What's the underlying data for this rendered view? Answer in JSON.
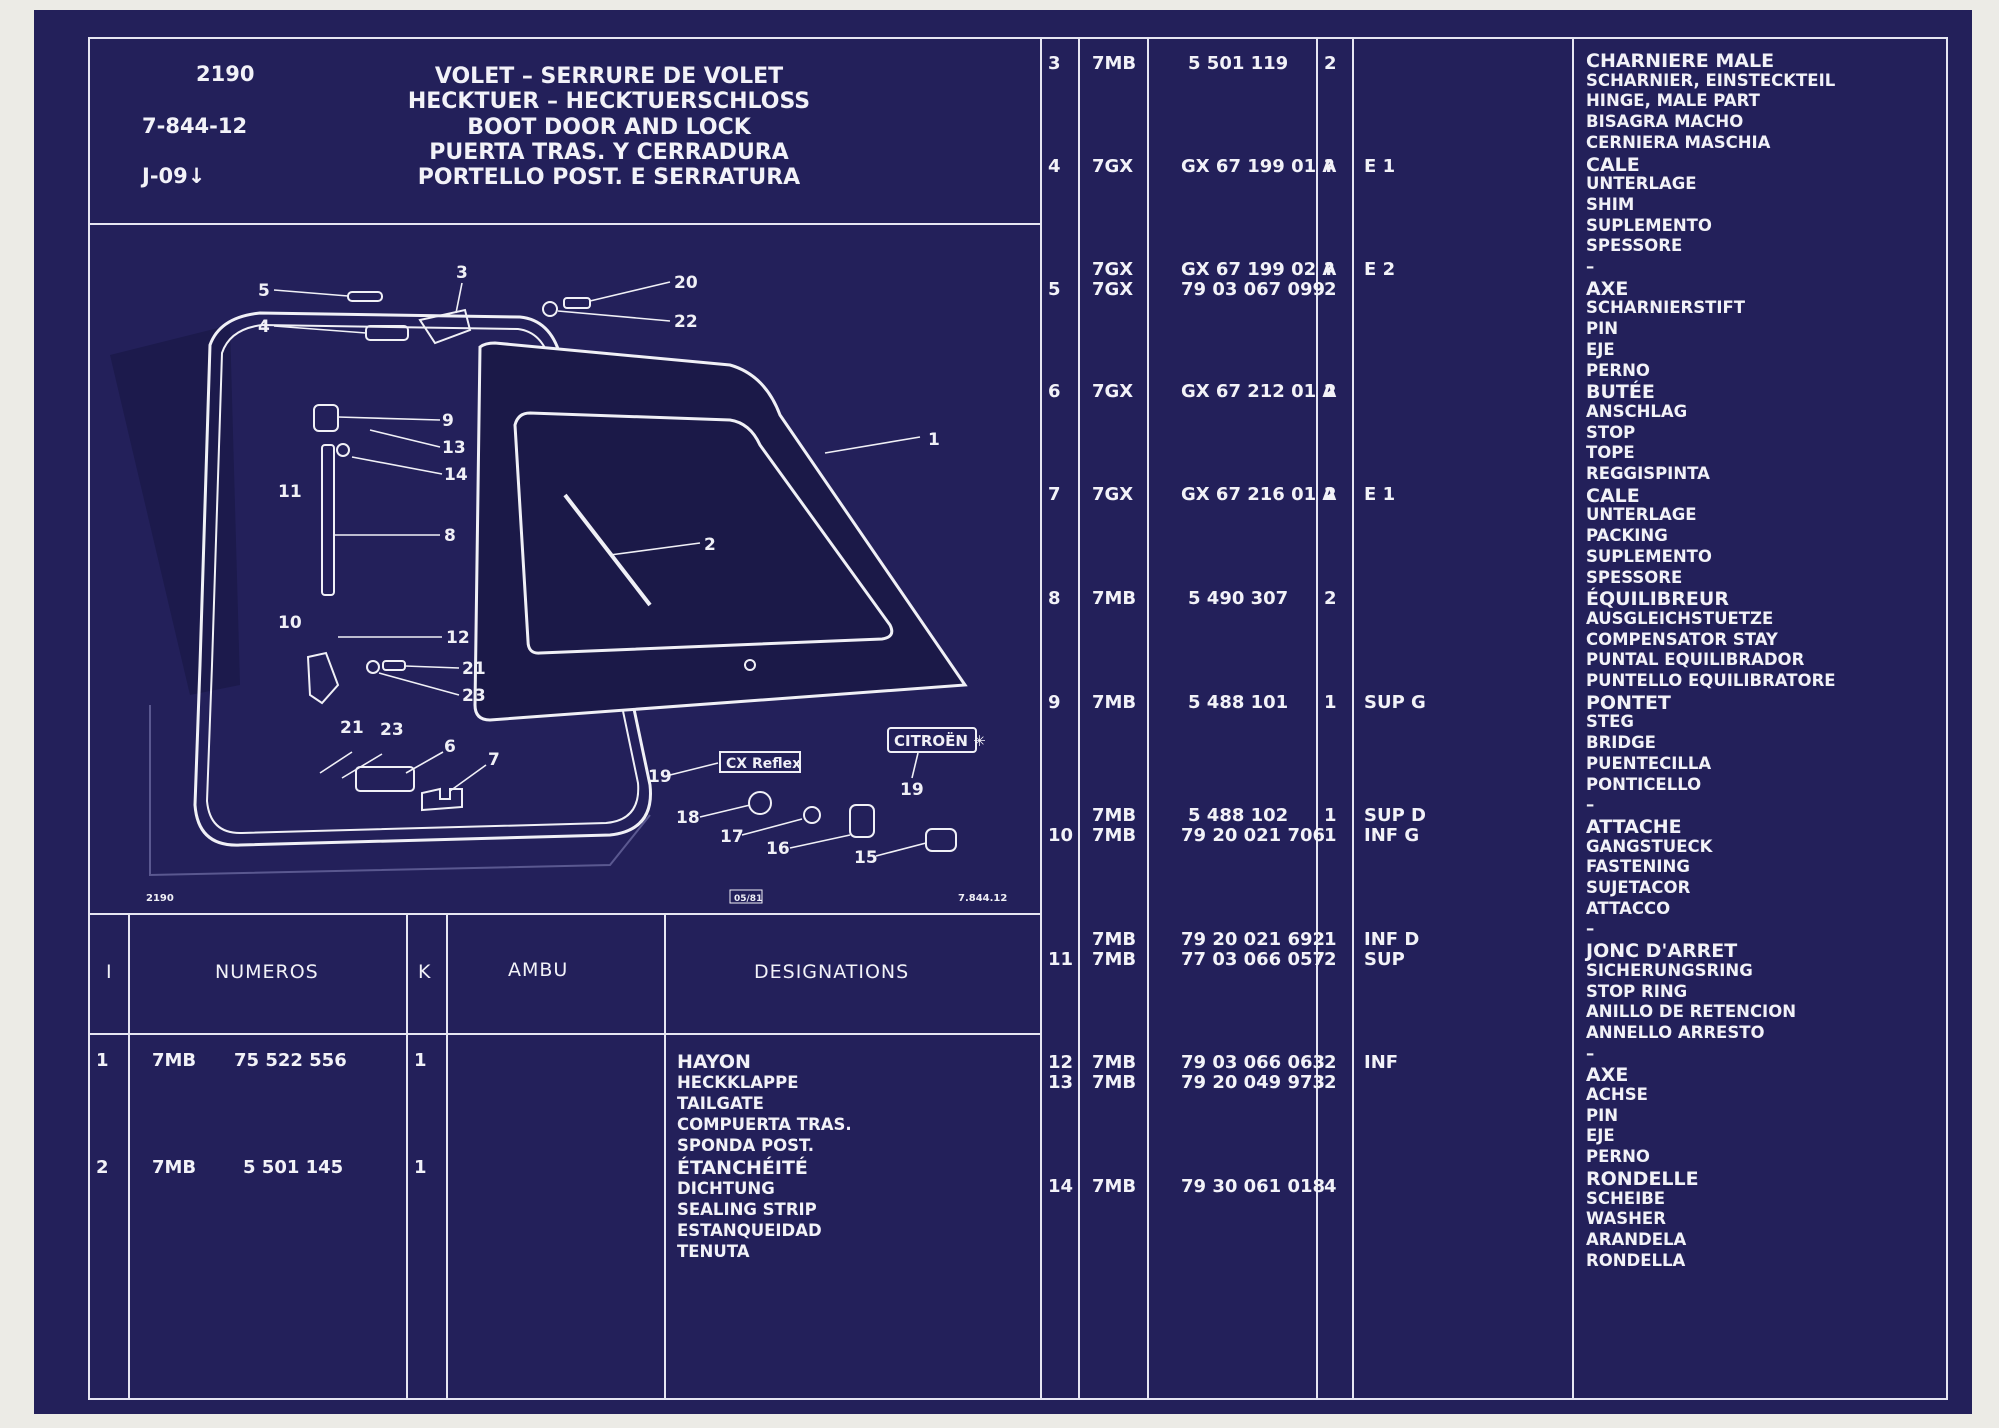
{
  "header": {
    "page_number": "2190",
    "reference": "7-844-12",
    "date_mark": "J-09↓",
    "titles": [
      "VOLET – SERRURE DE VOLET",
      "HECKTUER – HECKTUERSCHLOSS",
      "BOOT DOOR AND LOCK",
      "PUERTA   TRAS. Y CERRADURA",
      "PORTELLO POST. E SERRATURA"
    ]
  },
  "diagram": {
    "corner_page": "2190",
    "date_box": "05/81",
    "reference": "7.844.12",
    "badge_cx": "CX Reflex",
    "badge_citroen": "CITROËN ✳",
    "callouts": [
      "1",
      "2",
      "3",
      "4",
      "5",
      "6",
      "7",
      "8",
      "9",
      "10",
      "11",
      "12",
      "13",
      "14",
      "15",
      "16",
      "17",
      "18",
      "19",
      "19",
      "20",
      "21",
      "21",
      "22",
      "23",
      "23"
    ]
  },
  "table": {
    "headers": {
      "index": "I",
      "numeros": "NUMEROS",
      "k": "K",
      "ambu": "AMBU",
      "designations": "DESIGNATIONS"
    },
    "left_rows": [
      {
        "index": "1",
        "code": "7MB",
        "number": "75 522 556",
        "qty": "1",
        "designations": [
          "HAYON",
          "HECKKLAPPE",
          "TAILGATE",
          "COMPUERTA TRAS.",
          "SPONDA POST."
        ]
      },
      {
        "index": "2",
        "code": "7MB",
        "number": "5 501 145",
        "qty": "1",
        "designations": [
          "ÉTANCHÉITÉ",
          "DICHTUNG",
          "SEALING STRIP",
          "ESTANQUEIDAD",
          "TENUTA"
        ]
      }
    ],
    "right_rows": [
      {
        "index": "3",
        "code": "7MB",
        "number": "5 501 119",
        "qty": "2",
        "ambu": ""
      },
      {
        "index": "4",
        "code": "7GX",
        "number": "GX 67 199 01 A",
        "qty": "?",
        "ambu": "E 1"
      },
      {
        "index": "",
        "code": "7GX",
        "number": "GX 67 199 02 A",
        "qty": "?",
        "ambu": "E 2"
      },
      {
        "index": "5",
        "code": "7GX",
        "number": "79 03 067 099",
        "qty": "2",
        "ambu": ""
      },
      {
        "index": "6",
        "code": "7GX",
        "number": "GX 67 212 01 A",
        "qty": "2",
        "ambu": ""
      },
      {
        "index": "7",
        "code": "7GX",
        "number": "GX 67 216 01 A",
        "qty": "2",
        "ambu": "E 1"
      },
      {
        "index": "8",
        "code": "7MB",
        "number": "5 490 307",
        "qty": "2",
        "ambu": ""
      },
      {
        "index": "9",
        "code": "7MB",
        "number": "5 488 101",
        "qty": "1",
        "ambu": "SUP G"
      },
      {
        "index": "",
        "code": "7MB",
        "number": "5 488 102",
        "qty": "1",
        "ambu": "SUP D"
      },
      {
        "index": "10",
        "code": "7MB",
        "number": "79 20 021 706",
        "qty": "1",
        "ambu": "INF G"
      },
      {
        "index": "",
        "code": "7MB",
        "number": "79 20 021 692",
        "qty": "1",
        "ambu": "INF D"
      },
      {
        "index": "11",
        "code": "7MB",
        "number": "77 03 066 057",
        "qty": "2",
        "ambu": "SUP"
      },
      {
        "index": "12",
        "code": "7MB",
        "number": "79 03 066 063",
        "qty": "2",
        "ambu": "INF"
      },
      {
        "index": "13",
        "code": "7MB",
        "number": "79 20 049 973",
        "qty": "2",
        "ambu": ""
      },
      {
        "index": "14",
        "code": "7MB",
        "number": "79 30 061 018",
        "qty": "4",
        "ambu": ""
      }
    ],
    "right_designations": [
      "CHARNIERE MALE",
      "SCHARNIER, EINSTECKTEIL",
      "HINGE, MALE PART",
      "BISAGRA MACHO",
      "CERNIERA MASCHIA",
      "CALE",
      "UNTERLAGE",
      "SHIM",
      "SUPLEMENTO",
      "SPESSORE",
      "–",
      "AXE",
      "SCHARNIERSTIFT",
      "PIN",
      "EJE",
      "PERNO",
      "BUTÉE",
      "ANSCHLAG",
      "STOP",
      "TOPE",
      "REGGISPINTA",
      "CALE",
      "UNTERLAGE",
      "PACKING",
      "SUPLEMENTO",
      "SPESSORE",
      "ÉQUILIBREUR",
      "AUSGLEICHSTUETZE",
      "COMPENSATOR STAY",
      "PUNTAL EQUILIBRADOR",
      "PUNTELLO EQUILIBRATORE",
      "PONTET",
      "STEG",
      "BRIDGE",
      "PUENTECILLA",
      "PONTICELLO",
      "–",
      "ATTACHE",
      "GANGSTUECK",
      "FASTENING",
      "SUJETACOR",
      "ATTACCO",
      "–",
      "JONC D'ARRET",
      "SICHERUNGSRING",
      "STOP RING",
      "ANILLO DE RETENCION",
      "ANNELLO ARRESTO",
      "–",
      "AXE",
      "ACHSE",
      "PIN",
      "EJE",
      "PERNO",
      "RONDELLE",
      "SCHEIBE",
      "WASHER",
      "ARANDELA",
      "RONDELLA"
    ]
  }
}
